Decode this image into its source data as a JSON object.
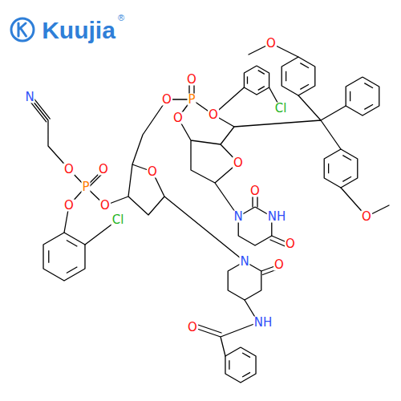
{
  "diagram": {
    "labels": [
      "Kuujia",
      "®",
      "O",
      "O",
      "N",
      "O",
      "P",
      "Cl",
      "O",
      "O",
      "O",
      "O",
      "O",
      "O",
      "P",
      "O",
      "O",
      "O",
      "O",
      "N",
      "NH",
      "Cl",
      "O",
      "N",
      "O",
      "NH",
      "O"
    ]
  }
}
